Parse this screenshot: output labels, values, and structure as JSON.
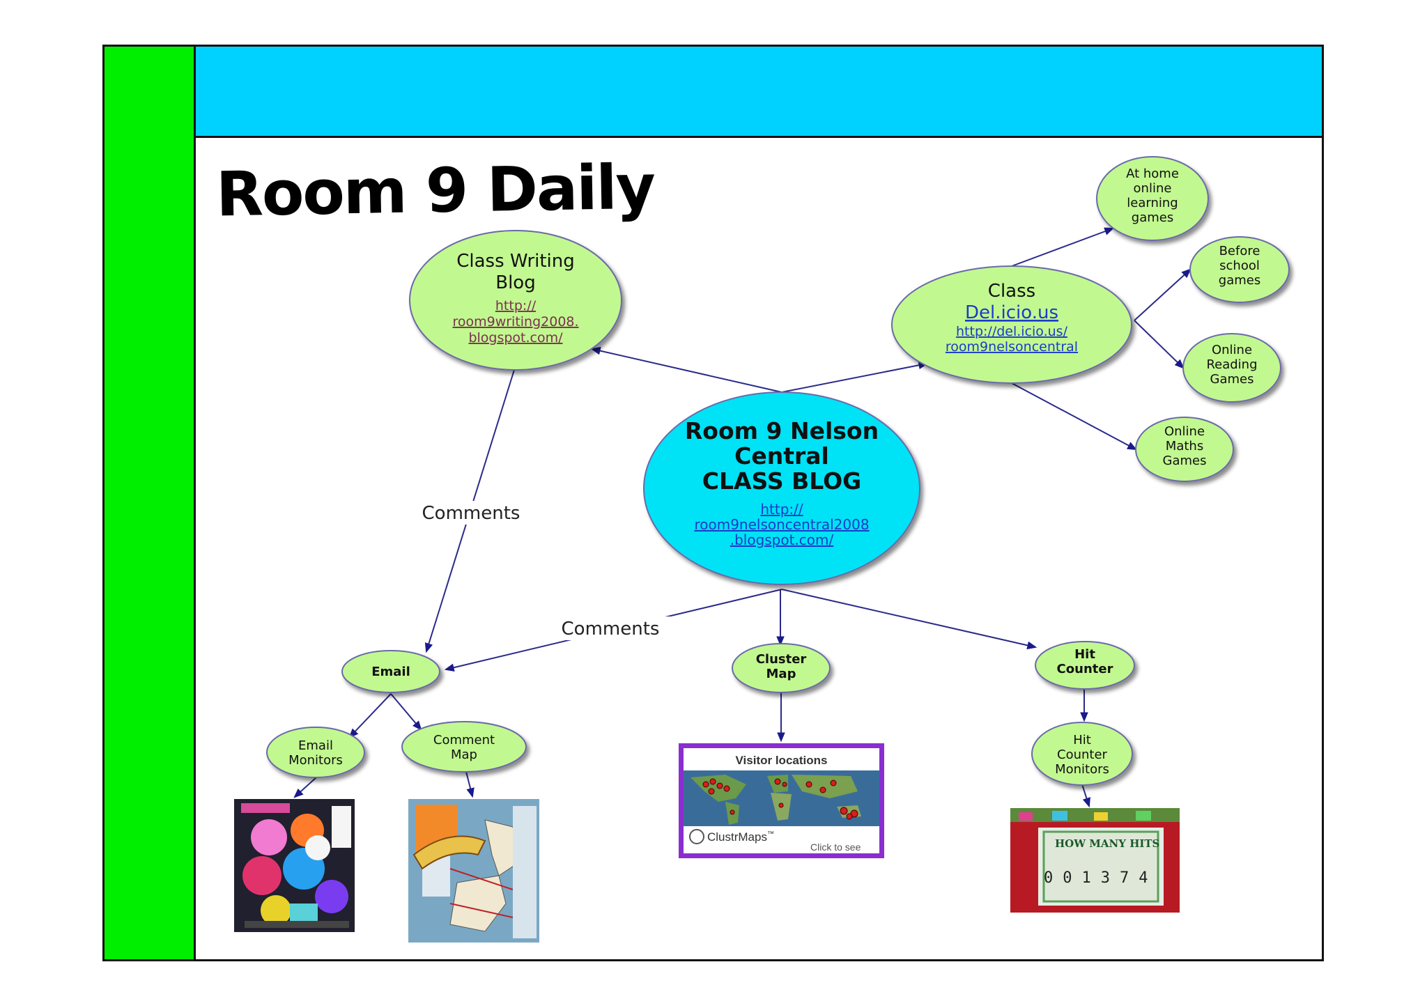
{
  "title": "Room 9 Daily",
  "nodes": {
    "center": {
      "lines": [
        "Room 9 Nelson",
        "Central",
        "CLASS BLOG"
      ],
      "url_lines": [
        "http://",
        "room9nelsoncentral2008",
        ".blogspot.com/"
      ]
    },
    "writing": {
      "lines": [
        "Class Writing",
        "Blog"
      ],
      "url_lines": [
        "http://",
        "room9writing2008.",
        "blogspot.com/"
      ]
    },
    "delicious": {
      "lines": [
        "Class"
      ],
      "link": "Del.icio.us",
      "url_lines": [
        "http://del.icio.us/",
        "room9nelsoncentral"
      ]
    },
    "home_games": {
      "lines": [
        "At home",
        "online",
        "learning",
        "games"
      ]
    },
    "before_school": {
      "lines": [
        "Before",
        "school",
        "games"
      ]
    },
    "reading": {
      "lines": [
        "Online",
        "Reading",
        "Games"
      ]
    },
    "maths": {
      "lines": [
        "Online",
        "Maths",
        "Games"
      ]
    },
    "email": {
      "lines": [
        "Email"
      ]
    },
    "cluster": {
      "lines": [
        "Cluster",
        "Map"
      ]
    },
    "hit": {
      "lines": [
        "Hit",
        "Counter"
      ]
    },
    "email_monitors": {
      "lines": [
        "Email",
        "Monitors"
      ]
    },
    "comment_map": {
      "lines": [
        "Comment",
        "Map"
      ]
    },
    "hit_monitors": {
      "lines": [
        "Hit",
        "Counter",
        "Monitors"
      ]
    }
  },
  "edge_labels": {
    "comments_left": "Comments",
    "comments_mid": "Comments"
  },
  "clustrmap": {
    "heading": "Visitor locations",
    "brand": "ClustrMaps",
    "tm": "™",
    "click": "Click to see"
  },
  "counter": {
    "value": "001374",
    "banner": "HOW MANY HITS"
  },
  "colors": {
    "node_fill": "#c2f890",
    "center_fill": "#00e2f6",
    "edge": "#2a2a8a",
    "link": "#1a3cc8",
    "green_bar": "#00ee00",
    "blue_bar": "#00d2ff"
  }
}
